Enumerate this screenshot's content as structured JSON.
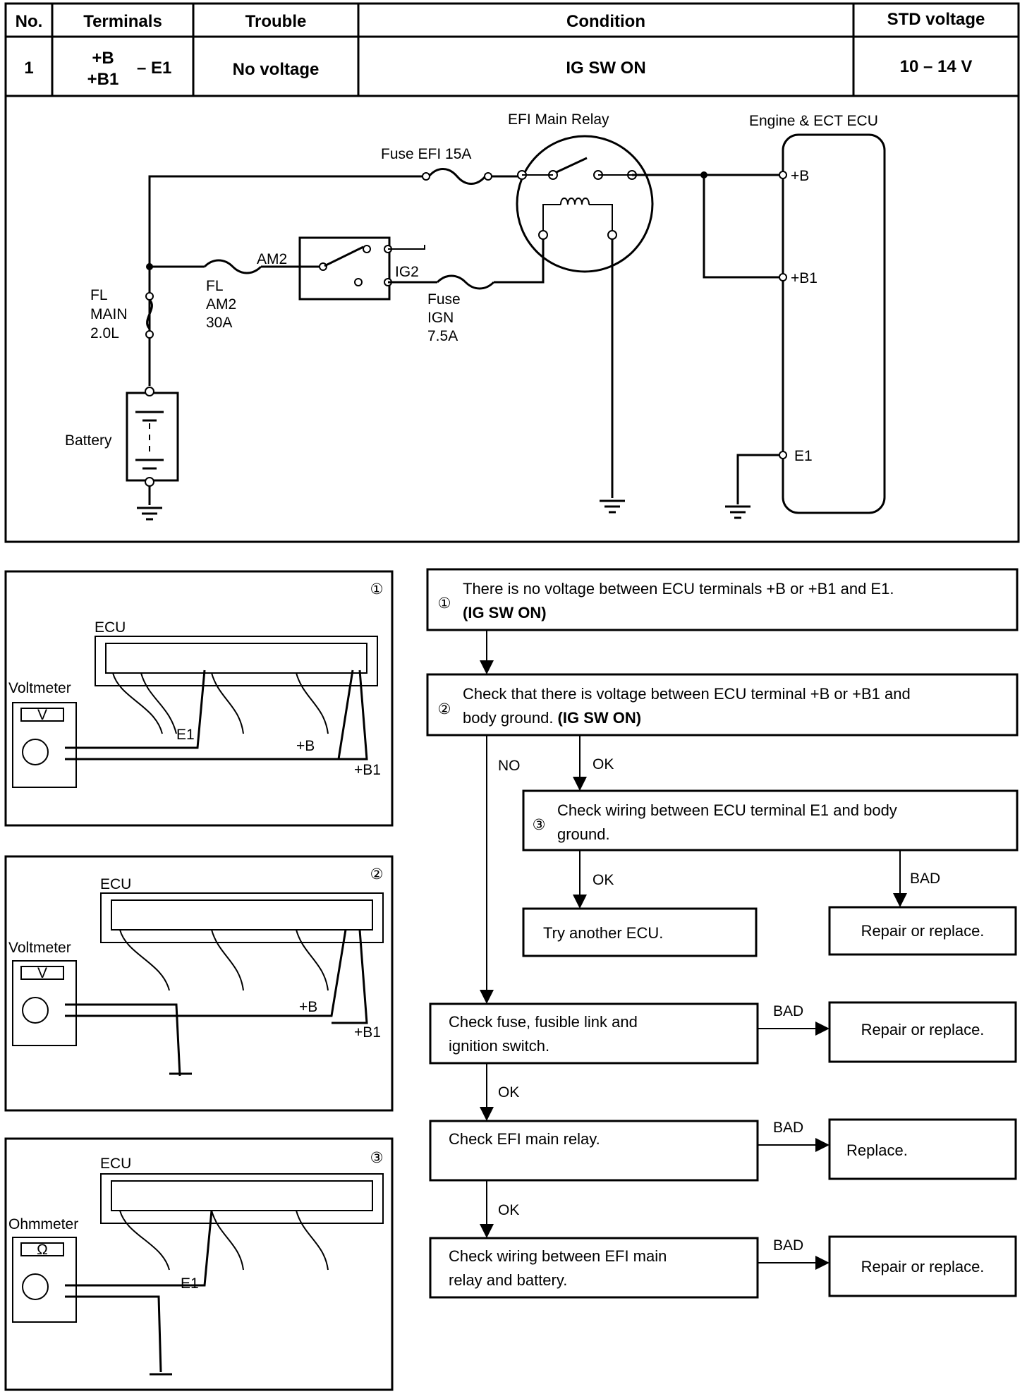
{
  "table": {
    "headers": [
      "No.",
      "Terminals",
      "Trouble",
      "Condition",
      "STD voltage"
    ],
    "row": {
      "no": "1",
      "terminal_b": "+B",
      "terminal_b1": "+B1",
      "terminal_e1": "– E1",
      "trouble": "No voltage",
      "condition": "IG SW ON",
      "std_voltage": "10 – 14 V"
    }
  },
  "circuit": {
    "efi_main_relay": "EFI Main Relay",
    "ecu_title": "Engine & ECT ECU",
    "fuse_efi": "Fuse EFI 15A",
    "am2": "AM2",
    "ig2": "IG2",
    "fl_am2": [
      "FL",
      "AM2",
      "30A"
    ],
    "fuse_ign": [
      "Fuse",
      "IGN",
      "7.5A"
    ],
    "fl_main": [
      "FL",
      "MAIN",
      "2.0L"
    ],
    "battery": "Battery",
    "pin_b": "+B",
    "pin_b1": "+B1",
    "pin_e1": "E1"
  },
  "illustrations": [
    {
      "num": "①",
      "ecu": "ECU",
      "meter": "Voltmeter",
      "meter_symbol": "V",
      "probes": [
        "E1",
        "+B",
        "+B1"
      ]
    },
    {
      "num": "②",
      "ecu": "ECU",
      "meter": "Voltmeter",
      "meter_symbol": "V",
      "probes": [
        "+B",
        "+B1"
      ]
    },
    {
      "num": "③",
      "ecu": "ECU",
      "meter": "Ohmmeter",
      "meter_symbol": "Ω",
      "probes": [
        "E1"
      ]
    }
  ],
  "flow": {
    "step1_num": "①",
    "step1_line1": "There is no voltage between ECU terminals +B or +B1 and E1.",
    "step1_line2": "(IG SW ON)",
    "step2_num": "②",
    "step2_line1": "Check that there is voltage between ECU terminal +B or +B1 and",
    "step2_line2a": "body ground. ",
    "step2_line2b": "(IG SW ON)",
    "no": "NO",
    "ok": "OK",
    "bad": "BAD",
    "step3_num": "③",
    "step3_line1": "Check wiring between ECU terminal E1 and body",
    "step3_line2": "ground.",
    "try_ecu": "Try another ECU.",
    "repair": "Repair or replace.",
    "fuse_line1": "Check fuse, fusible link and",
    "fuse_line2": "ignition switch.",
    "relay": "Check EFI main relay.",
    "replace": "Replace.",
    "wiring_line1": "Check wiring between EFI main",
    "wiring_line2": "relay and battery."
  }
}
